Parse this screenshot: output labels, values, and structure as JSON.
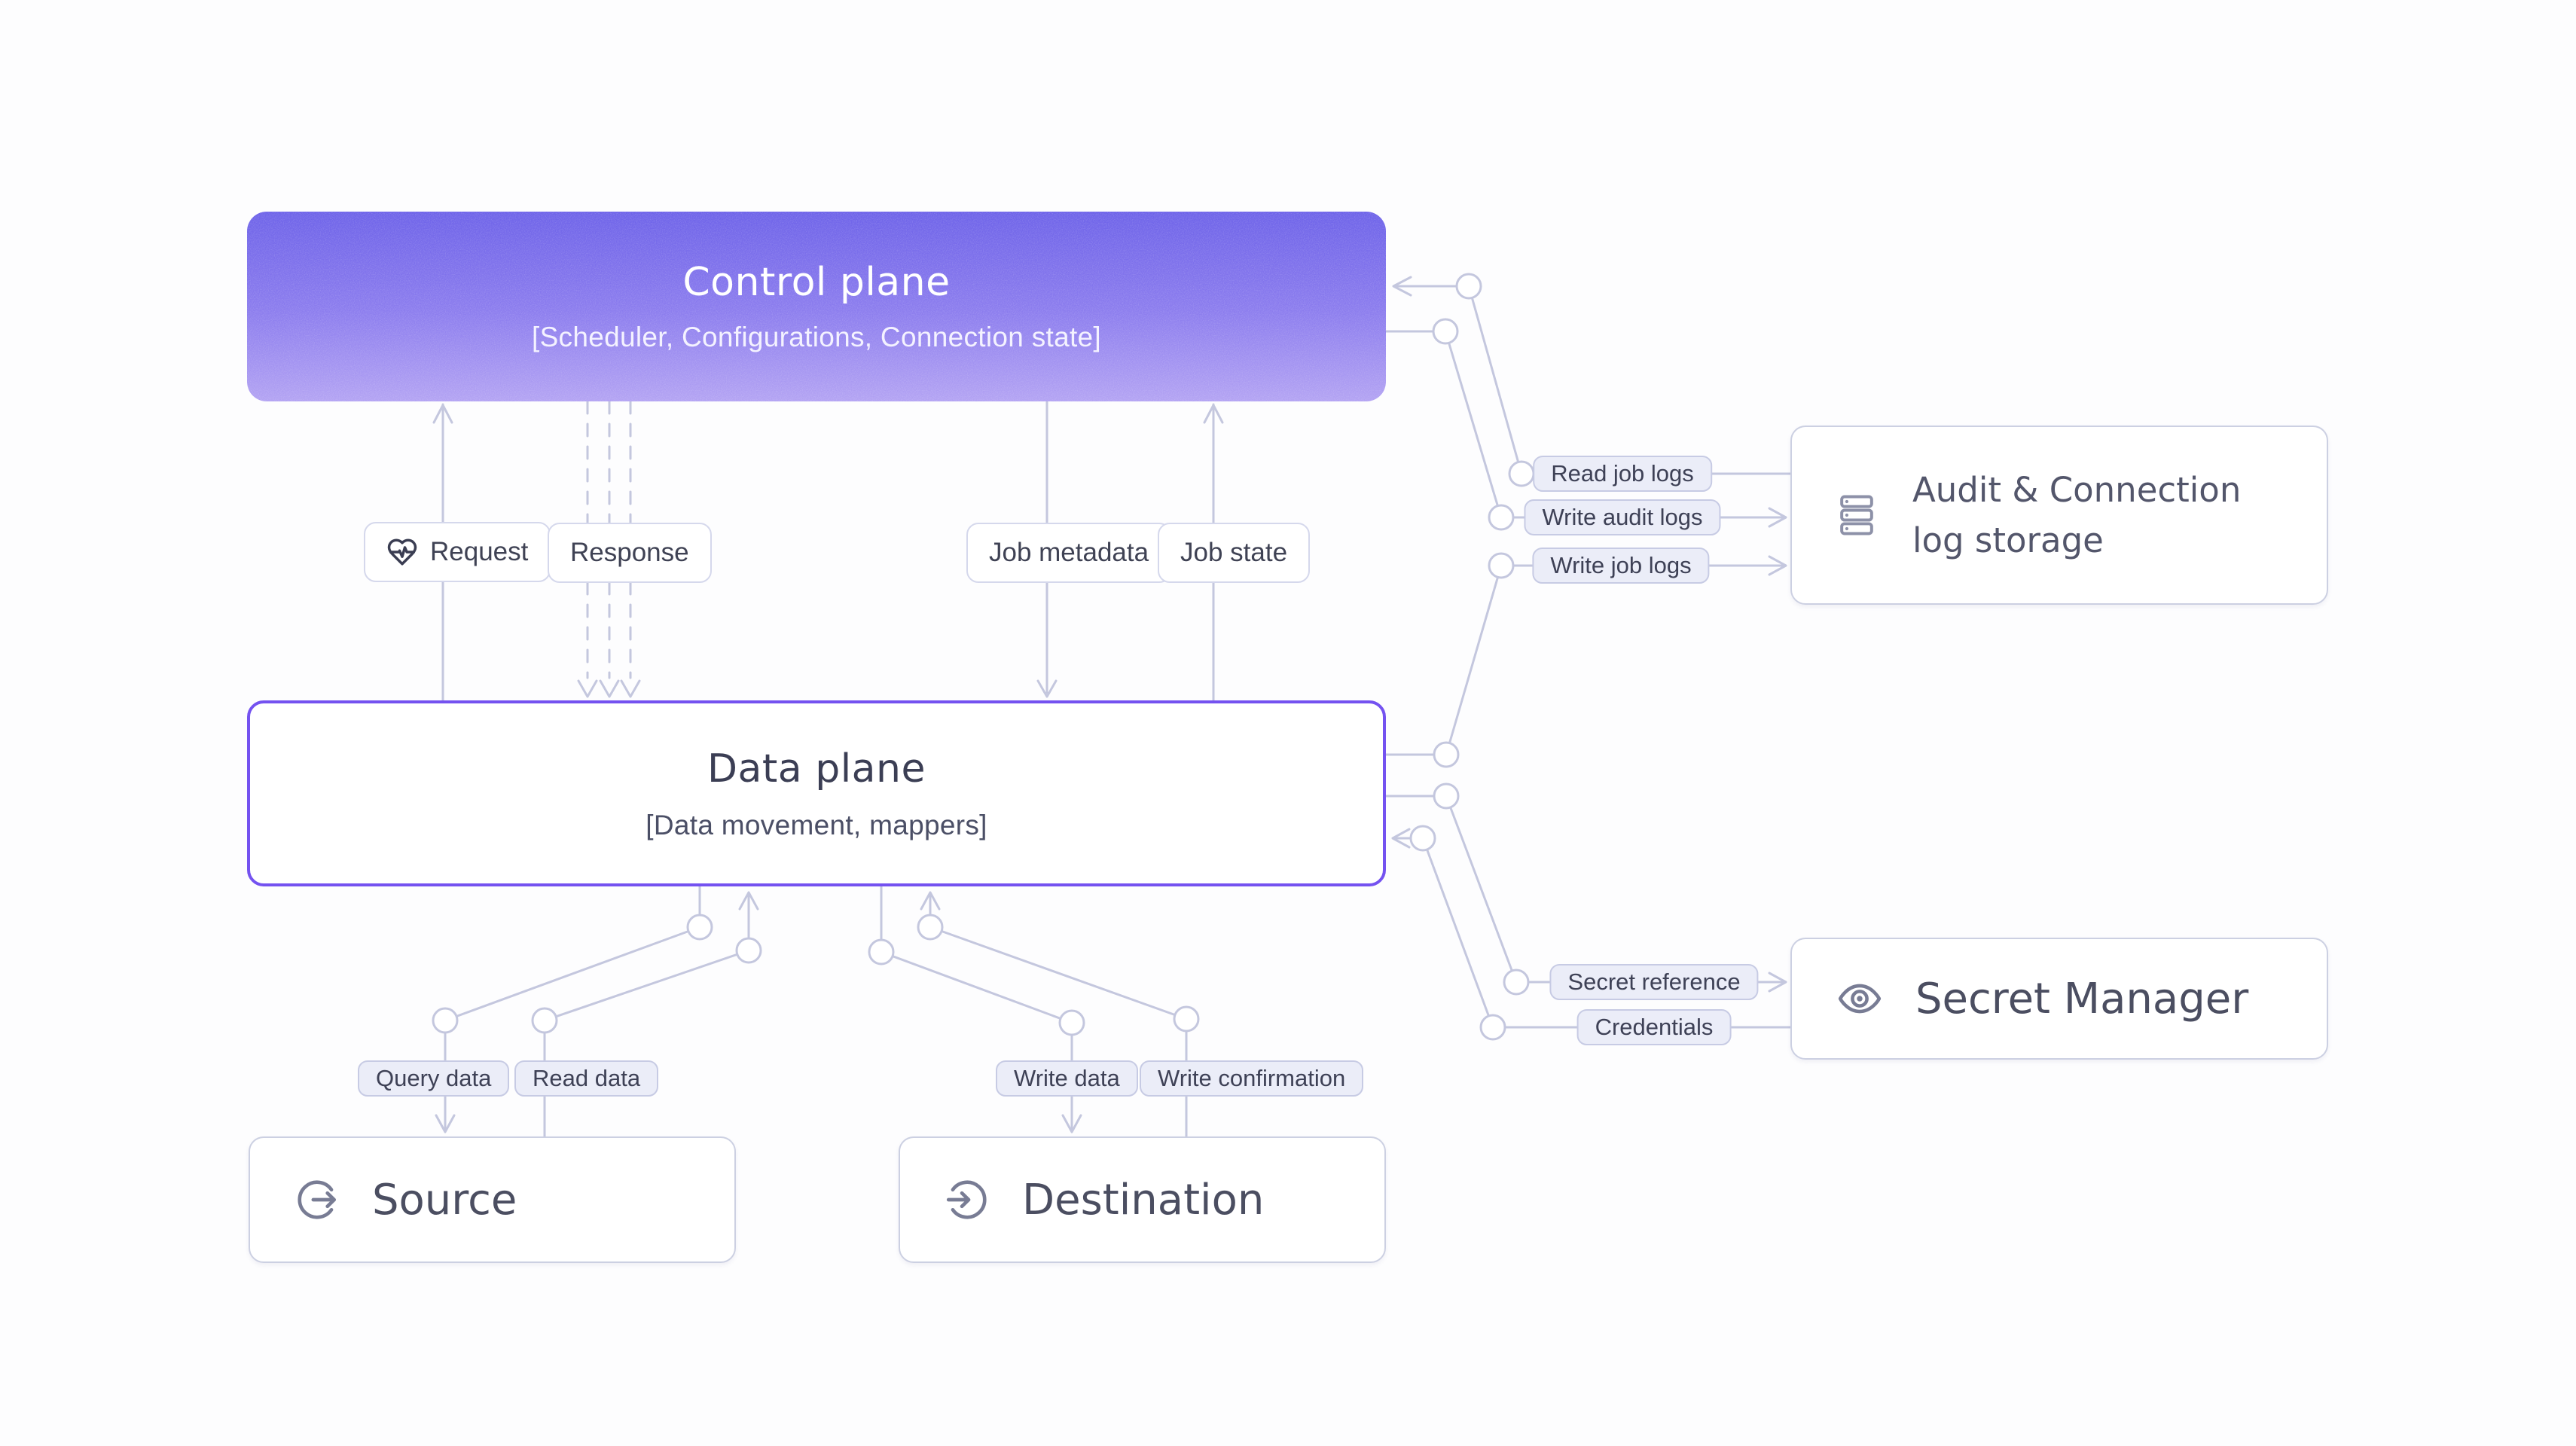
{
  "colors": {
    "connector": "#c4c7de",
    "accent_purple": "#7452f0",
    "gradient_top": "#6e63e9",
    "gradient_bottom": "#b3a3f3",
    "pill_bg": "#ebedf8",
    "pill_border": "#c7cbe4",
    "tag_border": "#d5d8ec",
    "title_dark": "#4b4e61",
    "icon_gray": "#787c94"
  },
  "nodes": {
    "control_plane": {
      "title": "Control plane",
      "subtitle": "[Scheduler, Configurations, Connection state]"
    },
    "data_plane": {
      "title": "Data plane",
      "subtitle": "[Data movement, mappers]"
    },
    "source": {
      "title": "Source",
      "icon": "circle-arrow-out-icon"
    },
    "destination": {
      "title": "Destination",
      "icon": "circle-arrow-in-icon"
    },
    "audit_log_storage": {
      "title": "Audit & Connection log storage",
      "icon": "server-stack-icon"
    },
    "secret_manager": {
      "title": "Secret Manager",
      "icon": "eye-icon"
    }
  },
  "edge_labels": {
    "request": "Request",
    "response": "Response",
    "job_metadata": "Job metadata",
    "job_state": "Job state",
    "query_data": "Query data",
    "read_data": "Read data",
    "write_data": "Write data",
    "write_confirmation": "Write confirmation",
    "read_job_logs": "Read job logs",
    "write_audit_logs": "Write audit logs",
    "write_job_logs": "Write job logs",
    "secret_reference": "Secret reference",
    "credentials": "Credentials"
  }
}
